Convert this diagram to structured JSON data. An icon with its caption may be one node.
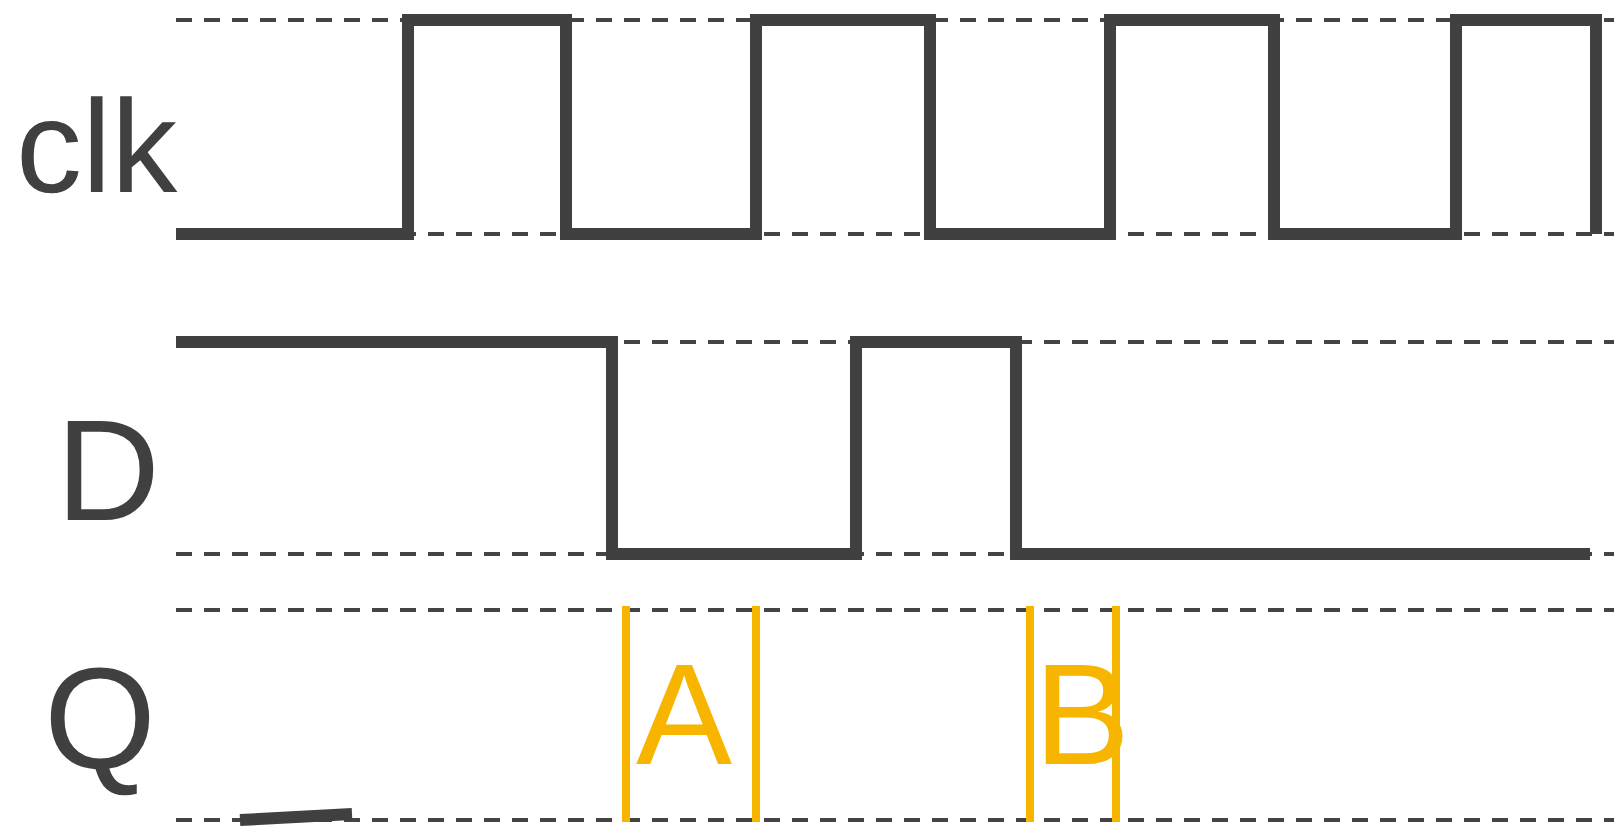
{
  "diagram": {
    "labels": [
      "clk",
      "D",
      "Q",
      "A",
      "B"
    ]
  }
}
